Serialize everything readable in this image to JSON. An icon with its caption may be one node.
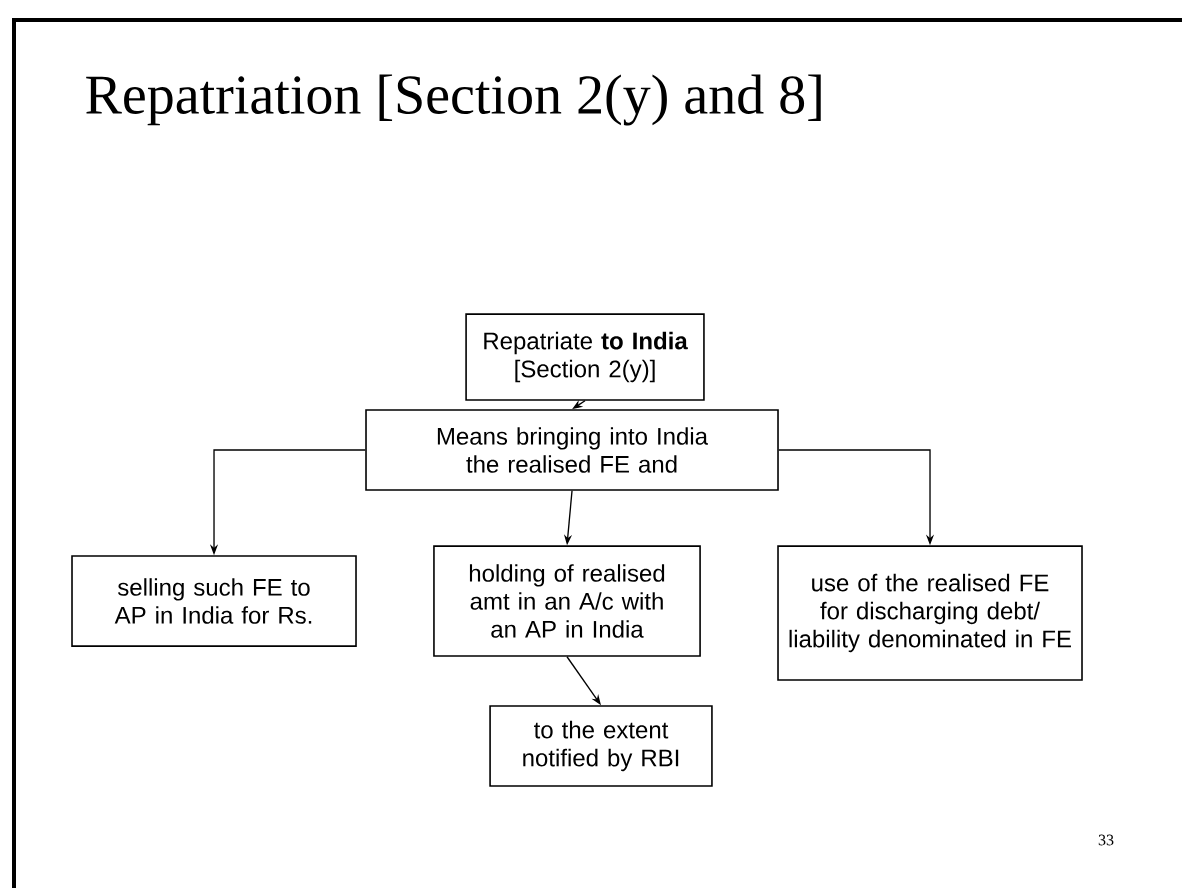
{
  "diagram": {
    "title": "Repatriation [Section 2(y) and 8]",
    "nodes": [
      {
        "text": [
          "Repatriate **to India** [Section 2(y)]"
        ]
      },
      {
        "text": [
          "Means bringing into India the realised FE and"
        ]
      },
      {
        "text": [
          "selling such FE to AP in India for Rs."
        ]
      },
      {
        "text": [
          "holding of realised amt in an A/c with an AP in India"
        ]
      },
      {
        "text": [
          "use of the realised FE for discharging debt/ liability denominated in FE"
        ]
      },
      {
        "text": [
          "to the extent notified by RBI"
        ]
      }
    ],
    "edges": [
      {
        "from": 0,
        "to": 1,
        "arrow": "to"
      },
      {
        "from": 1,
        "to": 2,
        "arrow": "to"
      },
      {
        "from": 1,
        "to": 3,
        "arrow": "to"
      },
      {
        "from": 1,
        "to": 4,
        "arrow": "to"
      },
      {
        "from": 3,
        "to": 5,
        "arrow": "to"
      }
    ],
    "labels": [
      "33"
    ]
  }
}
